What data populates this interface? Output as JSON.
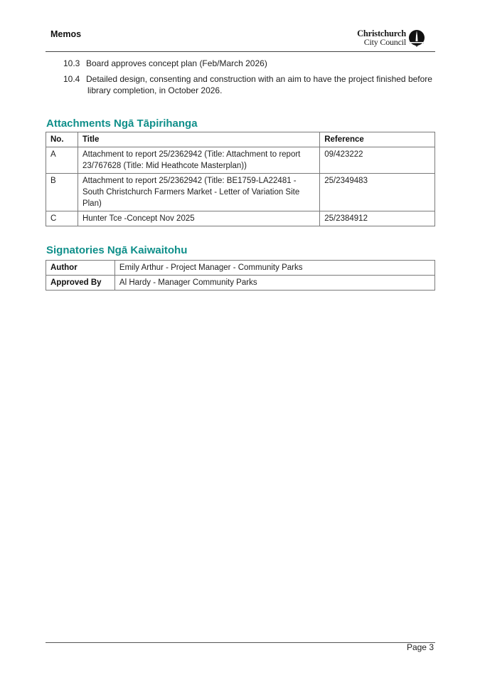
{
  "header": {
    "title": "Memos",
    "logo": {
      "line1": "Christchurch",
      "line2": "City Council",
      "icon": "cathedral-logo-icon"
    }
  },
  "list": [
    {
      "number": "10.3",
      "text": "Board approves concept plan (Feb/March 2026)"
    },
    {
      "number": "10.4",
      "text_line1": "Detailed design, consenting and construction with an aim to have the project finished before",
      "text_line2": "library completion, in October 2026."
    }
  ],
  "attachments": {
    "heading": "Attachments Ngā Tāpirihanga",
    "columns": [
      "No.",
      "Title",
      "Reference"
    ],
    "rows": [
      {
        "no": "A",
        "title_lines": [
          "Attachment to report 25/2362942 (Title: Attachment to report",
          "23/767628 (Title: Mid Heathcote Masterplan))"
        ],
        "reference": "09/423222"
      },
      {
        "no": "B",
        "title_lines": [
          "Attachment to report 25/2362942 (Title: BE1759-LA22481 -",
          "South Christchurch Farmers Market - Letter of Variation Site",
          "Plan)"
        ],
        "reference": "25/2349483"
      },
      {
        "no": "C",
        "title_lines": [
          "Hunter Tce -Concept Nov 2025"
        ],
        "reference": "25/2384912"
      }
    ]
  },
  "signatories": {
    "heading": "Signatories Ngā Kaiwaitohu",
    "rows": [
      {
        "label": "Author",
        "value": "Emily Arthur - Project Manager - Community Parks"
      },
      {
        "label": "Approved By",
        "value": "Al Hardy - Manager Community Parks"
      }
    ]
  },
  "footer": {
    "page": "Page 3"
  },
  "colors": {
    "heading": "#0f8f8a",
    "rule": "#444444",
    "table_border": "#7a7a7a"
  }
}
